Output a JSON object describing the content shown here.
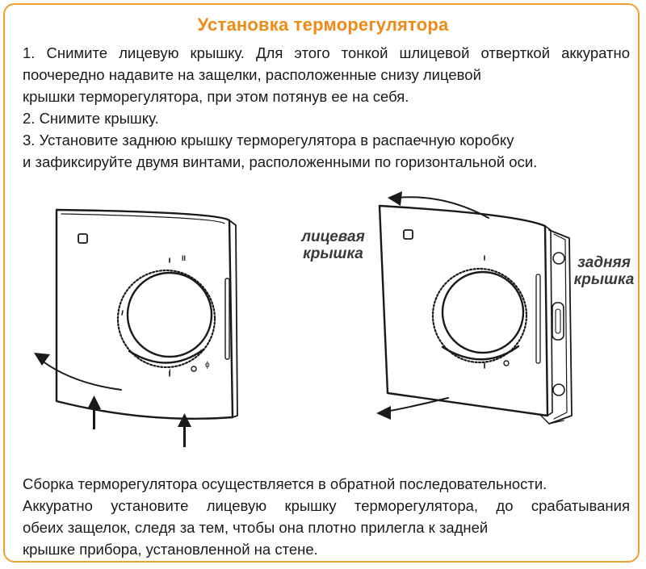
{
  "title": "Установка терморегулятора",
  "steps": [
    "1. Снимите лицевую крышку. Для этого тонкой шлицевой отверткой аккуратно",
    "поочередно надавите на защелки, расположенные снизу лицевой",
    "крышки терморегулятора, при этом потянув ее на себя.",
    "2. Снимите крышку.",
    "3. Установите заднюю крышку терморегулятора в распаечную коробку",
    "и зафиксируйте двумя винтами, расположенными по горизонтальной оси."
  ],
  "labels": {
    "front_cover_line1": "лицевая",
    "front_cover_line2": "крышка",
    "back_cover_line1": "задняя",
    "back_cover_line2": "крышка"
  },
  "dial_marks": {
    "min": "I",
    "max": "II",
    "power": "ϕ"
  },
  "footer": [
    "Сборка терморегулятора осуществляется в обратной последовательности.",
    "Аккуратно установите лицевую крышку терморегулятора, до срабатывания",
    "обеих защелок, следя за тем, чтобы она плотно прилегла к задней",
    "крышке прибора, установленной на стене."
  ],
  "colors": {
    "accent": "#ef8a17",
    "border": "#f0a030",
    "text": "#1a1a1a"
  }
}
